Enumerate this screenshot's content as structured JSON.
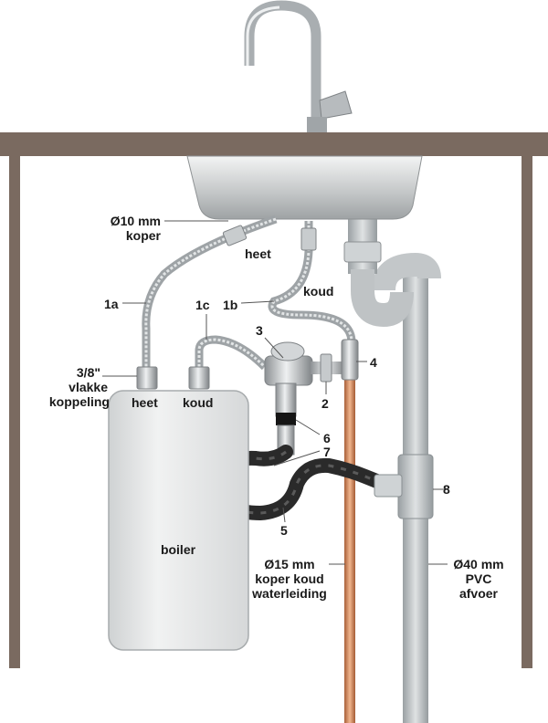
{
  "labels": {
    "copper_size": "Ø10 mm",
    "copper_word": "koper",
    "heet_top": "heet",
    "koud_top": "koud",
    "n1a": "1a",
    "n1c": "1c",
    "n1b": "1b",
    "n3": "3",
    "n4": "4",
    "n2": "2",
    "coupling_size": "3/8\"",
    "coupling_line2": "vlakke",
    "coupling_line3": "koppeling",
    "heet_boiler": "heet",
    "koud_boiler": "koud",
    "n6": "6",
    "n7": "7",
    "n8": "8",
    "n5": "5",
    "boiler": "boiler",
    "cold_line1": "Ø15 mm",
    "cold_line2": "koper koud",
    "cold_line3": "waterleiding",
    "pvc_line1": "Ø40 mm",
    "pvc_line2": "PVC",
    "pvc_line3": "afvoer"
  },
  "colors": {
    "counter": "#7a6a60",
    "sink": "#c9cbcc",
    "chrome": "#b8bcbf",
    "pvc": "#b4b8ba",
    "copper": "#c9825a",
    "hose": "#2a2a2a",
    "boiler": "#e3e5e6"
  }
}
